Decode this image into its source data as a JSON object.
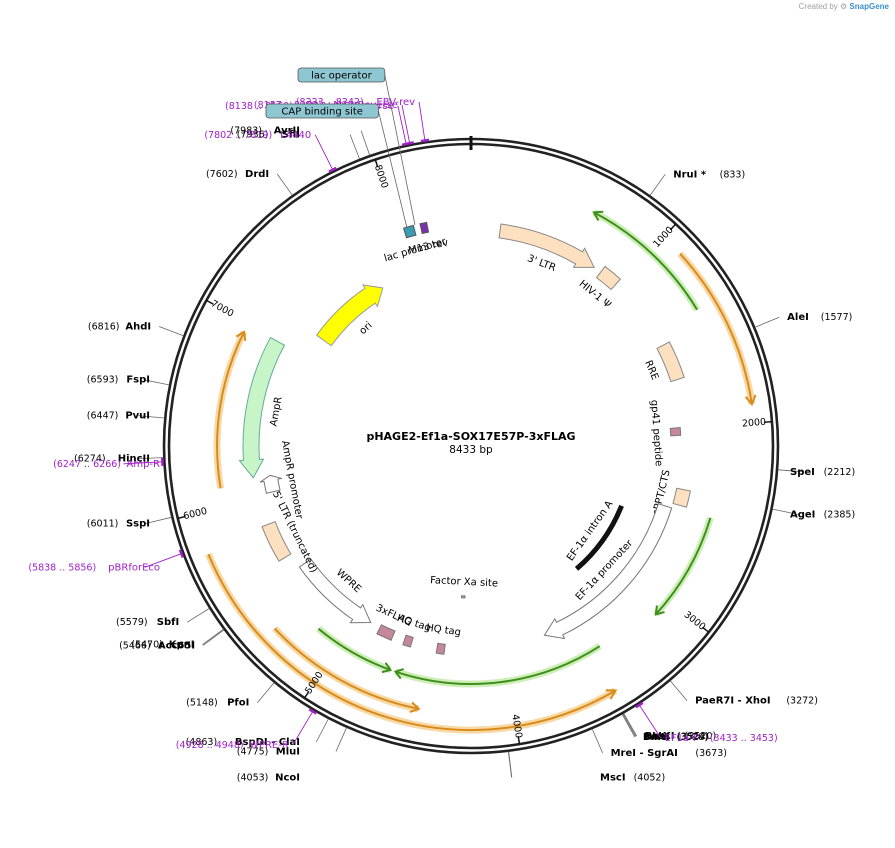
{
  "credit": {
    "prefix": "Created by",
    "brand": "SnapGene"
  },
  "plasmid": {
    "name": "pHAGE2-Ef1a-SOX17E57P-3xFLAG",
    "size_label": "8433 bp",
    "length": 8433
  },
  "ticks": [
    {
      "pos": 1000,
      "label": "1000"
    },
    {
      "pos": 2000,
      "label": "2000"
    },
    {
      "pos": 3000,
      "label": "3000"
    },
    {
      "pos": 4000,
      "label": "4000"
    },
    {
      "pos": 5000,
      "label": "5000"
    },
    {
      "pos": 6000,
      "label": "6000"
    },
    {
      "pos": 7000,
      "label": "7000"
    },
    {
      "pos": 8000,
      "label": "8000"
    }
  ],
  "sites": [
    {
      "name": "NruI *",
      "pos": 833,
      "pos_label": "(833)",
      "side": "right"
    },
    {
      "name": "AleI",
      "pos": 1577,
      "pos_label": "(1577)",
      "side": "right"
    },
    {
      "name": "SpeI",
      "pos": 2212,
      "pos_label": "(2212)",
      "side": "right"
    },
    {
      "name": "AgeI",
      "pos": 2385,
      "pos_label": "(2385)",
      "side": "right"
    },
    {
      "name": "PaeR7I - XhoI",
      "pos": 3272,
      "pos_label": "(3272)",
      "side": "right"
    },
    {
      "name": "BstXI",
      "pos": 3520,
      "pos_label": "(3520)",
      "side": "right"
    },
    {
      "name": "NheI",
      "pos": 3524,
      "pos_label": "(3524)",
      "side": "right"
    },
    {
      "name": "BmtI",
      "pos": 3528,
      "pos_label": "(3528)",
      "side": "right"
    },
    {
      "name": "MreI - SgrAI",
      "pos": 3673,
      "pos_label": "(3673)",
      "side": "right"
    },
    {
      "name": "MscI",
      "pos": 4052,
      "pos_label": "(4052)",
      "side": "right"
    },
    {
      "name": "NcoI",
      "pos": 4053,
      "pos_label": "(4053)",
      "side": "left"
    },
    {
      "name": "MluI",
      "pos": 4775,
      "pos_label": "(4775)",
      "side": "left"
    },
    {
      "name": "BspDI - ClaI",
      "pos": 4863,
      "pos_label": "(4863)",
      "side": "left"
    },
    {
      "name": "PfoI",
      "pos": 5148,
      "pos_label": "(5148)",
      "side": "left"
    },
    {
      "name": "Acc65I",
      "pos": 5466,
      "pos_label": "(5466)",
      "side": "left"
    },
    {
      "name": "KpnI",
      "pos": 5470,
      "pos_label": "(5470)",
      "side": "left"
    },
    {
      "name": "SbfI",
      "pos": 5579,
      "pos_label": "(5579)",
      "side": "left"
    },
    {
      "name": "SspI",
      "pos": 6011,
      "pos_label": "(6011)",
      "side": "left"
    },
    {
      "name": "HincII",
      "pos": 6274,
      "pos_label": "(6274)",
      "side": "left"
    },
    {
      "name": "PvuI",
      "pos": 6447,
      "pos_label": "(6447)",
      "side": "left"
    },
    {
      "name": "FspI",
      "pos": 6593,
      "pos_label": "(6593)",
      "side": "left"
    },
    {
      "name": "AhdI",
      "pos": 6816,
      "pos_label": "(6816)",
      "side": "left"
    },
    {
      "name": "DrdI",
      "pos": 7602,
      "pos_label": "(7602)",
      "side": "left"
    },
    {
      "name": "SfiI",
      "pos": 7936,
      "pos_label": "(7936)",
      "side": "left"
    },
    {
      "name": "AvrII",
      "pos": 7983,
      "pos_label": "(7983)",
      "side": "left"
    }
  ],
  "primers": [
    {
      "name": "EF1a-F",
      "range": "(3433 .. 3453)",
      "pos": 3443
    },
    {
      "name": "WPRE-R",
      "range": "(4928 .. 4948)",
      "pos": 4938
    },
    {
      "name": "pBRforEco",
      "range": "(5838 .. 5856)",
      "pos": 5847
    },
    {
      "name": "Amp-R",
      "range": "(6247 .. 6266)",
      "pos": 6256
    },
    {
      "name": "L4440",
      "range": "(7802 .. 7819)",
      "pos": 7810
    },
    {
      "name": "M13/pUC Reverse",
      "range": "(8138 .. 8160)",
      "pos": 8149
    },
    {
      "name": "M13 Reverse",
      "range": "(8157 .. 8173)",
      "pos": 8165
    },
    {
      "name": "EBV-rev",
      "range": "(8223 .. 8242)",
      "pos": 8232
    }
  ],
  "boxed_features": [
    {
      "name": "lac operator",
      "pos": 8100
    },
    {
      "name": "CAP binding site",
      "pos": 8050
    }
  ],
  "features": [
    {
      "name": "3' LTR",
      "start": 180,
      "end": 810,
      "type": "ltr"
    },
    {
      "name": "HIV-1 Ψ",
      "start": 860,
      "end": 980,
      "type": "box"
    },
    {
      "name": "RRE",
      "start": 1460,
      "end": 1690,
      "type": "box"
    },
    {
      "name": "gp41 peptide",
      "start": 1990,
      "end": 2040,
      "type": "pep"
    },
    {
      "name": "cPPT/CTS",
      "start": 2380,
      "end": 2480,
      "type": "box"
    },
    {
      "name": "EF-1α promoter",
      "start": 2510,
      "end": 3720,
      "type": "promoter"
    },
    {
      "name": "EF-1α intron A",
      "start": 2620,
      "end": 3260,
      "type": "intron"
    },
    {
      "name": "HQ tag",
      "start": 4390,
      "end": 4440,
      "type": "pep"
    },
    {
      "name": "HQ tag",
      "start": 4610,
      "end": 4660,
      "type": "pep"
    },
    {
      "name": "3xFLAG",
      "start": 4740,
      "end": 4840,
      "type": "pep"
    },
    {
      "name": "WPRE",
      "start": 4910,
      "end": 5500,
      "type": "wpre"
    },
    {
      "name": "Factor Xa site",
      "start": 4270,
      "end": 4300,
      "type": "site"
    },
    {
      "name": "5' LTR (truncated)",
      "start": 5600,
      "end": 5830,
      "type": "box"
    },
    {
      "name": "AmpR promoter",
      "start": 6020,
      "end": 6130,
      "type": "promoter"
    },
    {
      "name": "AmpR",
      "start": 6130,
      "end": 6990,
      "type": "ampr"
    },
    {
      "name": "ori",
      "start": 7160,
      "end": 7750,
      "type": "ori"
    },
    {
      "name": "lac promoter",
      "start": 8030,
      "end": 8090,
      "type": "lacp"
    },
    {
      "name": "M13 rev",
      "start": 8130,
      "end": 8170,
      "type": "m13"
    }
  ],
  "orfs": [
    {
      "start": 1110,
      "end": 1910,
      "color": "orange",
      "dir": "cw"
    },
    {
      "start": 650,
      "end": 1380,
      "color": "green",
      "dir": "ccw"
    },
    {
      "start": 2500,
      "end": 3100,
      "color": "green",
      "dir": "cw"
    },
    {
      "start": 3450,
      "end": 4650,
      "color": "green",
      "dir": "cw"
    },
    {
      "start": 3500,
      "end": 5800,
      "color": "orange",
      "dir": "ccw"
    },
    {
      "start": 4480,
      "end": 5320,
      "color": "orange",
      "dir": "ccw"
    },
    {
      "start": 6100,
      "end": 6950,
      "color": "orange",
      "dir": "cw"
    },
    {
      "start": 4680,
      "end": 5150,
      "color": "green",
      "dir": "ccw"
    }
  ]
}
